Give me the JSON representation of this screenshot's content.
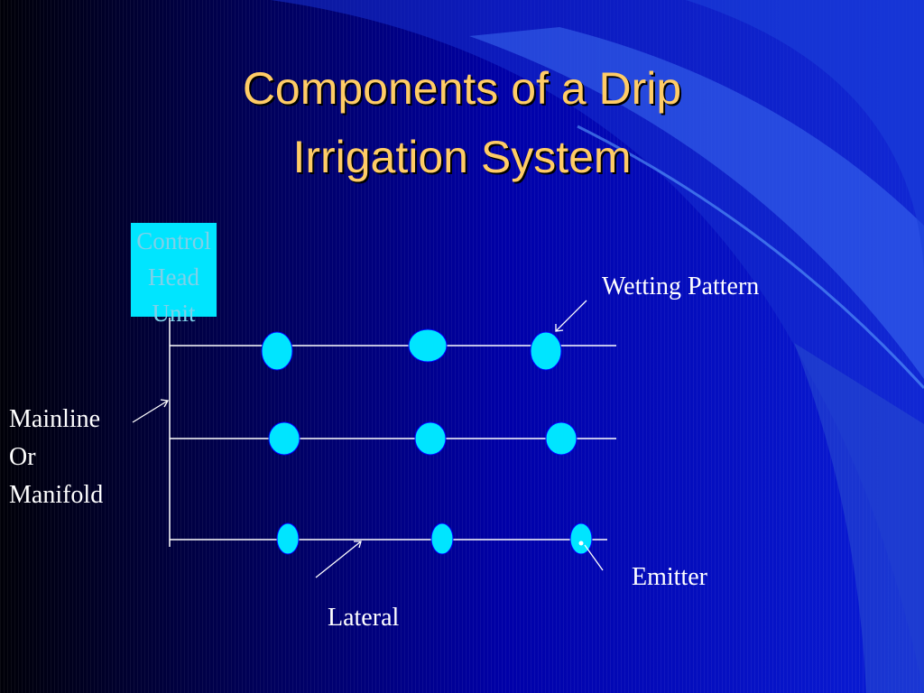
{
  "slide": {
    "title_line1": "Components of a Drip",
    "title_line2": "Irrigation System"
  },
  "diagram": {
    "control_head_unit": [
      "Control",
      "Head",
      "Unit"
    ],
    "labels": {
      "wetting_pattern": "Wetting Pattern",
      "mainline": [
        "Mainline",
        "Or",
        "Manifold"
      ],
      "emitter": "Emitter",
      "lateral": "Lateral"
    }
  },
  "colors": {
    "background": "#00007a",
    "title": "#ffcc66",
    "emitter_fill": "#00e5ff",
    "line": "#ffffff"
  }
}
